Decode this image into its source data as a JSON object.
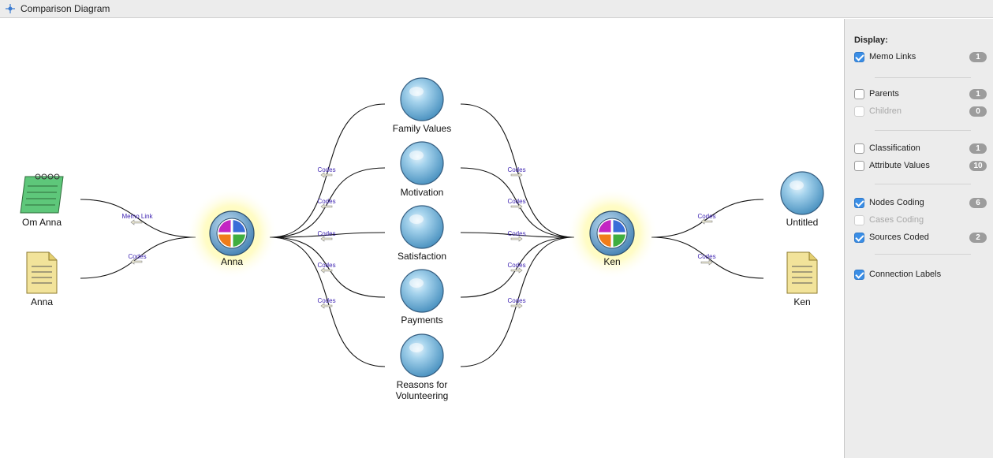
{
  "window": {
    "title": "Comparison Diagram"
  },
  "diagram": {
    "nodes": {
      "om_anna": "Om Anna",
      "anna_doc": "Anna",
      "anna_case": "Anna",
      "family_values": "Family Values",
      "motivation": "Motivation",
      "satisfaction": "Satisfaction",
      "payments": "Payments",
      "reasons": "Reasons for\nVolunteering",
      "ken_case": "Ken",
      "untitled": "Untitled",
      "ken_doc": "Ken"
    },
    "connections": {
      "memo_link": "Memo Link",
      "codes": "Codes"
    }
  },
  "display_panel": {
    "heading": "Display:",
    "options": [
      {
        "label": "Memo Links",
        "checked": true,
        "enabled": true,
        "count": "1"
      },
      {
        "label": "Parents",
        "checked": false,
        "enabled": true,
        "count": "1"
      },
      {
        "label": "Children",
        "checked": false,
        "enabled": false,
        "count": "0"
      },
      {
        "label": "Classification",
        "checked": false,
        "enabled": true,
        "count": "1"
      },
      {
        "label": "Attribute Values",
        "checked": false,
        "enabled": true,
        "count": "10"
      },
      {
        "label": "Nodes Coding",
        "checked": true,
        "enabled": true,
        "count": "6"
      },
      {
        "label": "Cases Coding",
        "checked": false,
        "enabled": false,
        "count": ""
      },
      {
        "label": "Sources Coded",
        "checked": true,
        "enabled": true,
        "count": "2"
      },
      {
        "label": "Connection Labels",
        "checked": true,
        "enabled": true,
        "count": ""
      }
    ]
  }
}
